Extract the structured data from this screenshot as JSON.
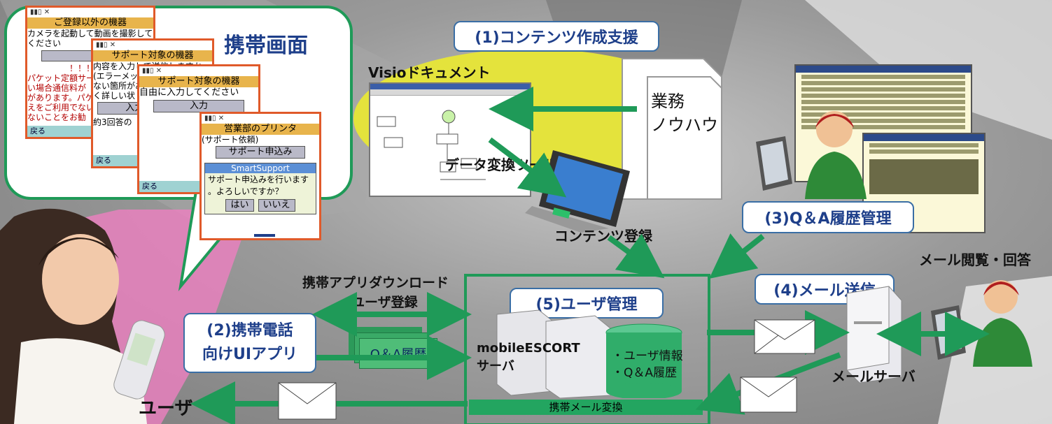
{
  "labels": {
    "mobile_screen": "携帯画面",
    "content_support": "(1)コンテンツ作成支援",
    "visio_document": "Visioドキュメント",
    "business_know_how": "業務\nノウハウ",
    "data_conversion_tool": "データ変換ツール",
    "content_registration": "コンテンツ登録",
    "qa_history_management": "(3)Q＆A履歴管理",
    "mail_reading_reply": "メール閲覧・回答",
    "mail_sending": "(4)メール送信",
    "mail_server": "メールサーバ",
    "user_management": "(5)ユーザ管理",
    "mobileescort_server": "mobileESCORT\nサーバ",
    "db_contents": "・ユーザ情報\n・Q＆A履歴",
    "app_download": "携帯アプリダウンロード",
    "user_registration": "ユーザ登録",
    "mobile_ui_app": "(2)携帯電話\n向けUIアプリ",
    "qa_history": "Q＆A履歴",
    "user": "ユーザ",
    "mobile_mail_conversion": "携帯メール変換"
  },
  "phone_screens": [
    {
      "title": "ご登録以外の機器",
      "lines": [
        "カメラを起動して動画を撮影して",
        "ください"
      ],
      "red_lines": [
        "！！！ご注",
        "パケット定額サー",
        "い場合通信料が",
        "があります。パケ",
        "えをご利用でない",
        "ないことをお勧"
      ],
      "footer": "戻る"
    },
    {
      "title": "サポート対象の機器",
      "lines": [
        "内容を入力して送信しますか",
        "(エラーメッセ",
        "ない箇所があ",
        "く詳しい状"
      ],
      "button": "入力して送信",
      "footer": "戻る",
      "extra": "約3回答の"
    },
    {
      "title": "サポート対象の機器",
      "lines": [
        "自由に入力してください"
      ],
      "button": "入力",
      "footer": "戻る"
    },
    {
      "title": "営業部のプリンタ",
      "lines": [
        "(サポート依頼)"
      ],
      "button": "サポート申込み",
      "dialog_title": "SmartSupport",
      "dialog_lines": [
        "サポート申込みを行います",
        "。よろしいですか？"
      ],
      "yes": "はい",
      "no": "いいえ"
    }
  ],
  "colors": {
    "accent_green": "#1f9a58",
    "label_blue": "#1e3f8a",
    "highlight_yellow": "#e4e33c",
    "pink": "#ee7fc0"
  }
}
